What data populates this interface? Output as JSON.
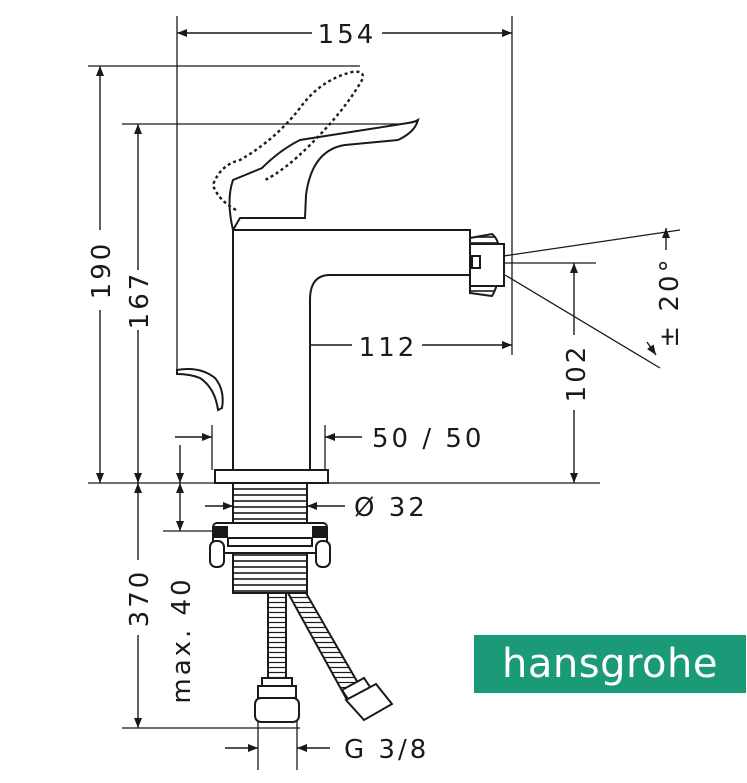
{
  "dimensions": {
    "overall_width": "154",
    "overall_height": "190",
    "lever_height": "167",
    "spout_reach": "112",
    "outlet_height": "102",
    "jet_angle": "± 20°",
    "clearance": "50 / 50",
    "shank_diameter": "Ø 32",
    "max_thickness": "max. 40",
    "hose_length": "370",
    "connection": "G 3/8"
  },
  "brand": {
    "name": "hansgrohe",
    "color": "#1a9a76"
  },
  "colors": {
    "line": "#1a1a1a"
  }
}
